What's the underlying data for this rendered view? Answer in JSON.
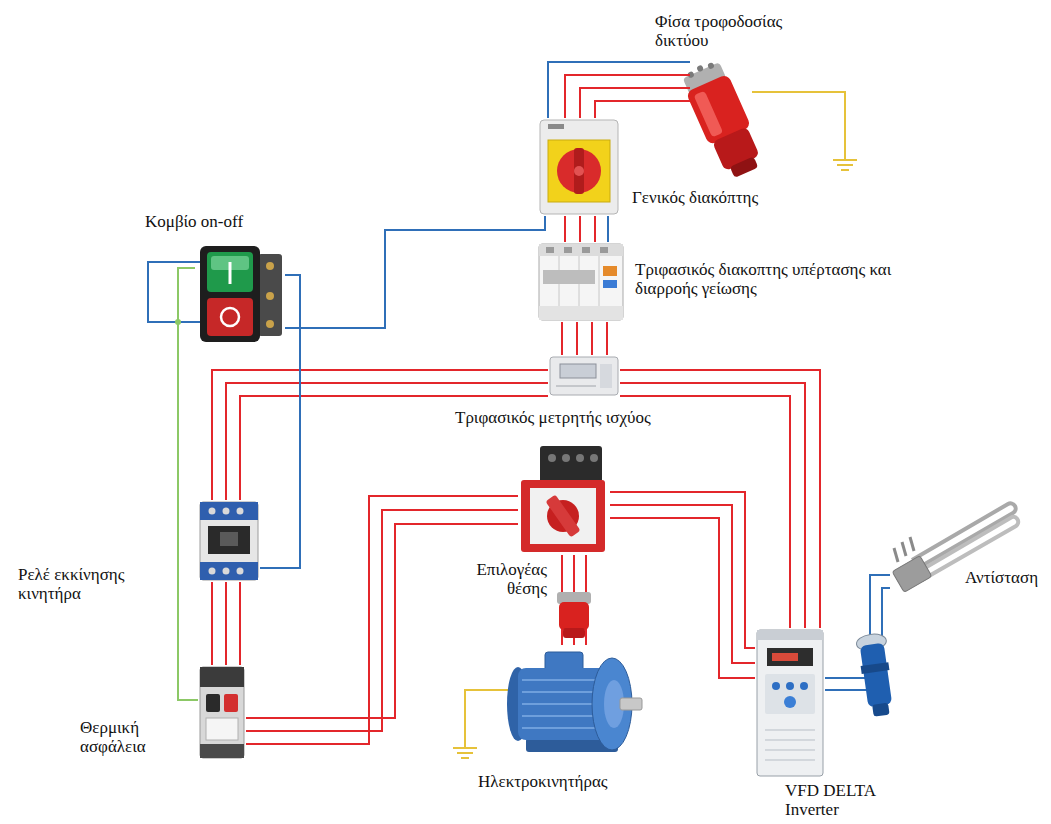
{
  "diagram": {
    "nodes": [
      {
        "text": [
          "Φίσα τροφοδοσίας δικτύου"
        ]
      },
      {
        "text": [
          "Γενικός διακόπτης"
        ]
      },
      {
        "text": [
          "Κομβίο on-off"
        ]
      },
      {
        "text": [
          "Τριφασικός διακοπτης υπέρτασης και διαρροής γείωσης"
        ]
      },
      {
        "text": [
          "Τριφασικός μετρητής ισχύος"
        ]
      },
      {
        "text": [
          "Επιλογέας θέσης"
        ]
      },
      {
        "text": [
          "Ρελέ εκκίνησης κινητήρα"
        ]
      },
      {
        "text": [
          "Θερμική ασφάλεια"
        ]
      },
      {
        "text": [
          "Ηλεκτροκινητήρας"
        ]
      },
      {
        "text": [
          "VFD DELTA Inverter"
        ]
      },
      {
        "text": [
          "Αντίσταση"
        ]
      }
    ],
    "edges": [
      {
        "from": 0,
        "to": 1,
        "arrow": "none"
      },
      {
        "from": 1,
        "to": 3,
        "arrow": "none"
      },
      {
        "from": 1,
        "to": 2,
        "arrow": "none"
      },
      {
        "from": 3,
        "to": 4,
        "arrow": "none"
      },
      {
        "from": 4,
        "to": 6,
        "arrow": "none"
      },
      {
        "from": 4,
        "to": 9,
        "arrow": "none"
      },
      {
        "from": 2,
        "to": 6,
        "arrow": "none"
      },
      {
        "from": 2,
        "to": 7,
        "arrow": "none"
      },
      {
        "from": 6,
        "to": 7,
        "arrow": "none"
      },
      {
        "from": 7,
        "to": 5,
        "arrow": "none"
      },
      {
        "from": 5,
        "to": 9,
        "arrow": "none"
      },
      {
        "from": 5,
        "to": 8,
        "arrow": "none"
      },
      {
        "from": 9,
        "to": 10,
        "arrow": "none"
      }
    ]
  }
}
